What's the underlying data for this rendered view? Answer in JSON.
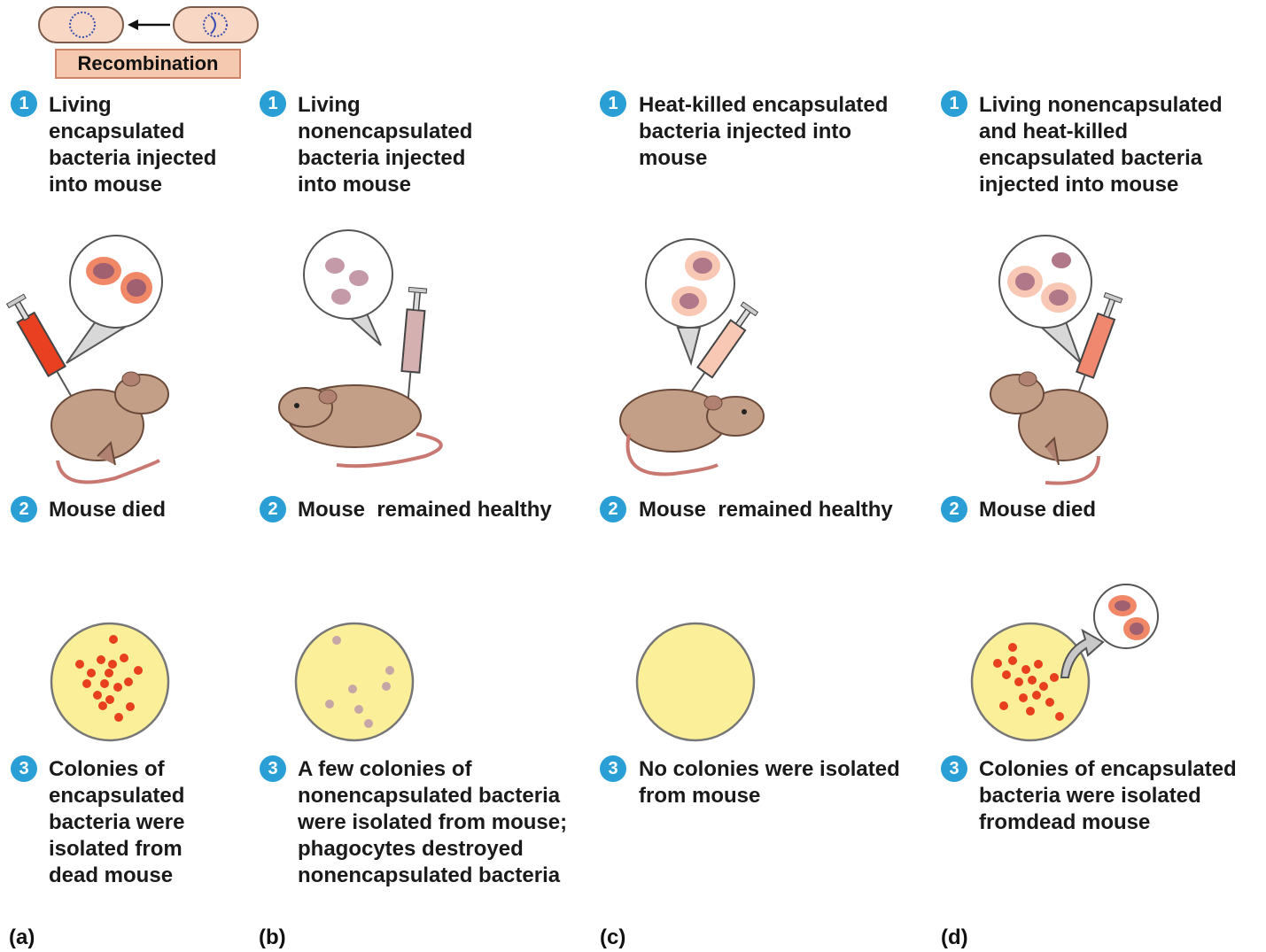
{
  "recombination": {
    "label": "Recombination"
  },
  "panels": [
    {
      "letter": "(a)",
      "steps": [
        {
          "num": "1",
          "text": "Living\nencapsulated\nbacteria injected\ninto mouse"
        },
        {
          "num": "2",
          "text": "Mouse died"
        },
        {
          "num": "3",
          "text": "Colonies of\nencapsulated\nbacteria were\nisolated from\ndead mouse"
        }
      ]
    },
    {
      "letter": "(b)",
      "steps": [
        {
          "num": "1",
          "text": "Living\nnonencapsulated\nbacteria injected\ninto mouse"
        },
        {
          "num": "2",
          "text": "Mouse  remained healthy"
        },
        {
          "num": "3",
          "text": "A few colonies of\nnonencapsulated bacteria\nwere isolated from mouse;\nphagocytes destroyed\nnonencapsulated bacteria"
        }
      ]
    },
    {
      "letter": "(c)",
      "steps": [
        {
          "num": "1",
          "text": "Heat-killed encapsulated\nbacteria injected into\nmouse"
        },
        {
          "num": "2",
          "text": "Mouse  remained healthy"
        },
        {
          "num": "3",
          "text": "No colonies were isolated\nfrom mouse"
        }
      ]
    },
    {
      "letter": "(d)",
      "steps": [
        {
          "num": "1",
          "text": "Living nonencapsulated\nand heat-killed\nencapsulated bacteria\ninjected into mouse"
        },
        {
          "num": "2",
          "text": "Mouse died"
        },
        {
          "num": "3",
          "text": "Colonies of encapsulated\nbacteria were isolated\nfromdead mouse"
        }
      ]
    }
  ],
  "colors": {
    "badge": "#2a9fd6",
    "plate": "#fbef9a",
    "colony_encapsulated": "#e8401f",
    "colony_nonencapsulated": "#c7a6a6",
    "mouse": "#c49f87",
    "syringe_a": "#e84020",
    "syringe_b": "#d4b0b0",
    "syringe_c": "#f8c8b4",
    "syringe_d": "#f08870"
  }
}
